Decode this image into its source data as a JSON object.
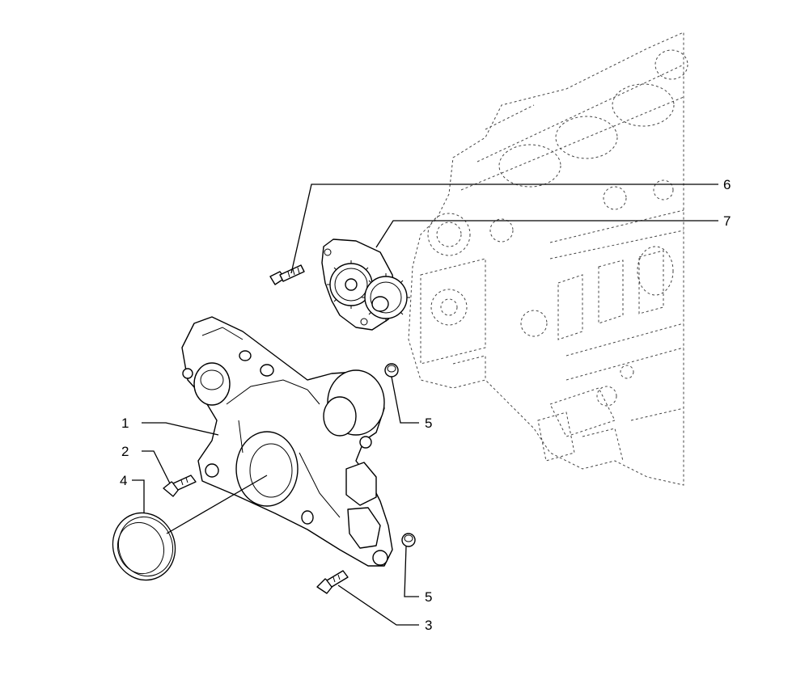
{
  "diagram": {
    "type": "exploded-parts-view",
    "callouts": [
      {
        "id": "c1",
        "label": "1"
      },
      {
        "id": "c2",
        "label": "2"
      },
      {
        "id": "c3",
        "label": "3"
      },
      {
        "id": "c4",
        "label": "4"
      },
      {
        "id": "c5a",
        "label": "5"
      },
      {
        "id": "c5b",
        "label": "5"
      },
      {
        "id": "c6",
        "label": "6"
      },
      {
        "id": "c7",
        "label": "7"
      }
    ]
  }
}
